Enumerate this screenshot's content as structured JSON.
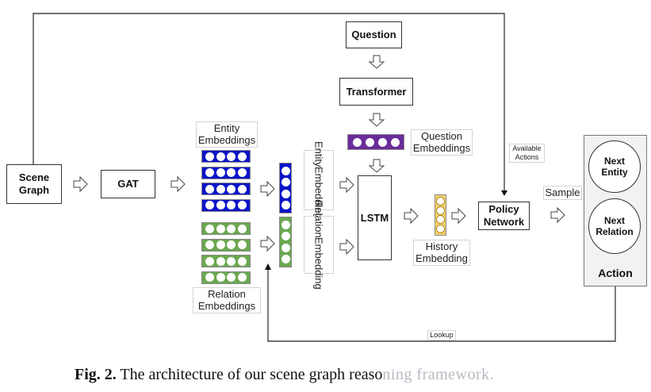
{
  "nodes": {
    "scene_graph": "Scene\nGraph",
    "scene_graph_line1": "Scene",
    "scene_graph_line2": "Graph",
    "gat": "GAT",
    "question": "Question",
    "transformer": "Transformer",
    "lstm": "LSTM",
    "policy_line1": "Policy",
    "policy_line2": "Network",
    "next_entity_line1": "Next",
    "next_entity_line2": "Entity",
    "next_relation_line1": "Next",
    "next_relation_line2": "Relation",
    "action": "Action"
  },
  "labels": {
    "entity_embeddings_line1": "Entity",
    "entity_embeddings_line2": "Embeddings",
    "relation_embeddings_line1": "Relation",
    "relation_embeddings_line2": "Embeddings",
    "question_embeddings_line1": "Question",
    "question_embeddings_line2": "Embeddings",
    "entity_embedding_vertical_line1": "Entity",
    "entity_embedding_vertical_line2": "Embedding",
    "relation_embedding_vertical_line1": "Relation",
    "relation_embedding_vertical_line2": "Embedding",
    "history_embedding_line1": "History",
    "history_embedding_line2": "Embedding",
    "available_actions_line1": "Available",
    "available_actions_line2": "Actions",
    "sample": "Sample",
    "lookup": "Lookup"
  },
  "colors": {
    "entity": "#0a14c8",
    "relation": "#6aa84f",
    "question": "#6a2c9a",
    "history": "#f6d36b",
    "action_panel": "#f2f2f2",
    "line": "#555555"
  },
  "embedding_dots": 4,
  "caption": {
    "prefix": "Fig. 2.",
    "text": "The architecture of our scene graph reaso",
    "faded_tail": "ning framework."
  }
}
